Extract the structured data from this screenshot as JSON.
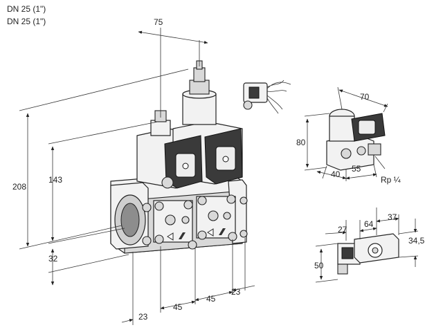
{
  "header": {
    "line1": "DN 25 (1\")",
    "line2": "DN 25 (1\")"
  },
  "dimensions": {
    "main": {
      "top_spacing": "75",
      "overall_height": "208",
      "upper_height": "143",
      "lower_height": "32",
      "left_offset": "23",
      "spacing_a": "45",
      "spacing_b": "45",
      "right_offset": "23"
    },
    "side_view": {
      "width": "70",
      "height": "80",
      "depth_a": "40",
      "depth_b": "55",
      "port_label": "Rp ¼"
    },
    "top_view": {
      "left": "27",
      "middle": "64",
      "right": "37",
      "height": "50",
      "width_right": "34,5"
    }
  }
}
